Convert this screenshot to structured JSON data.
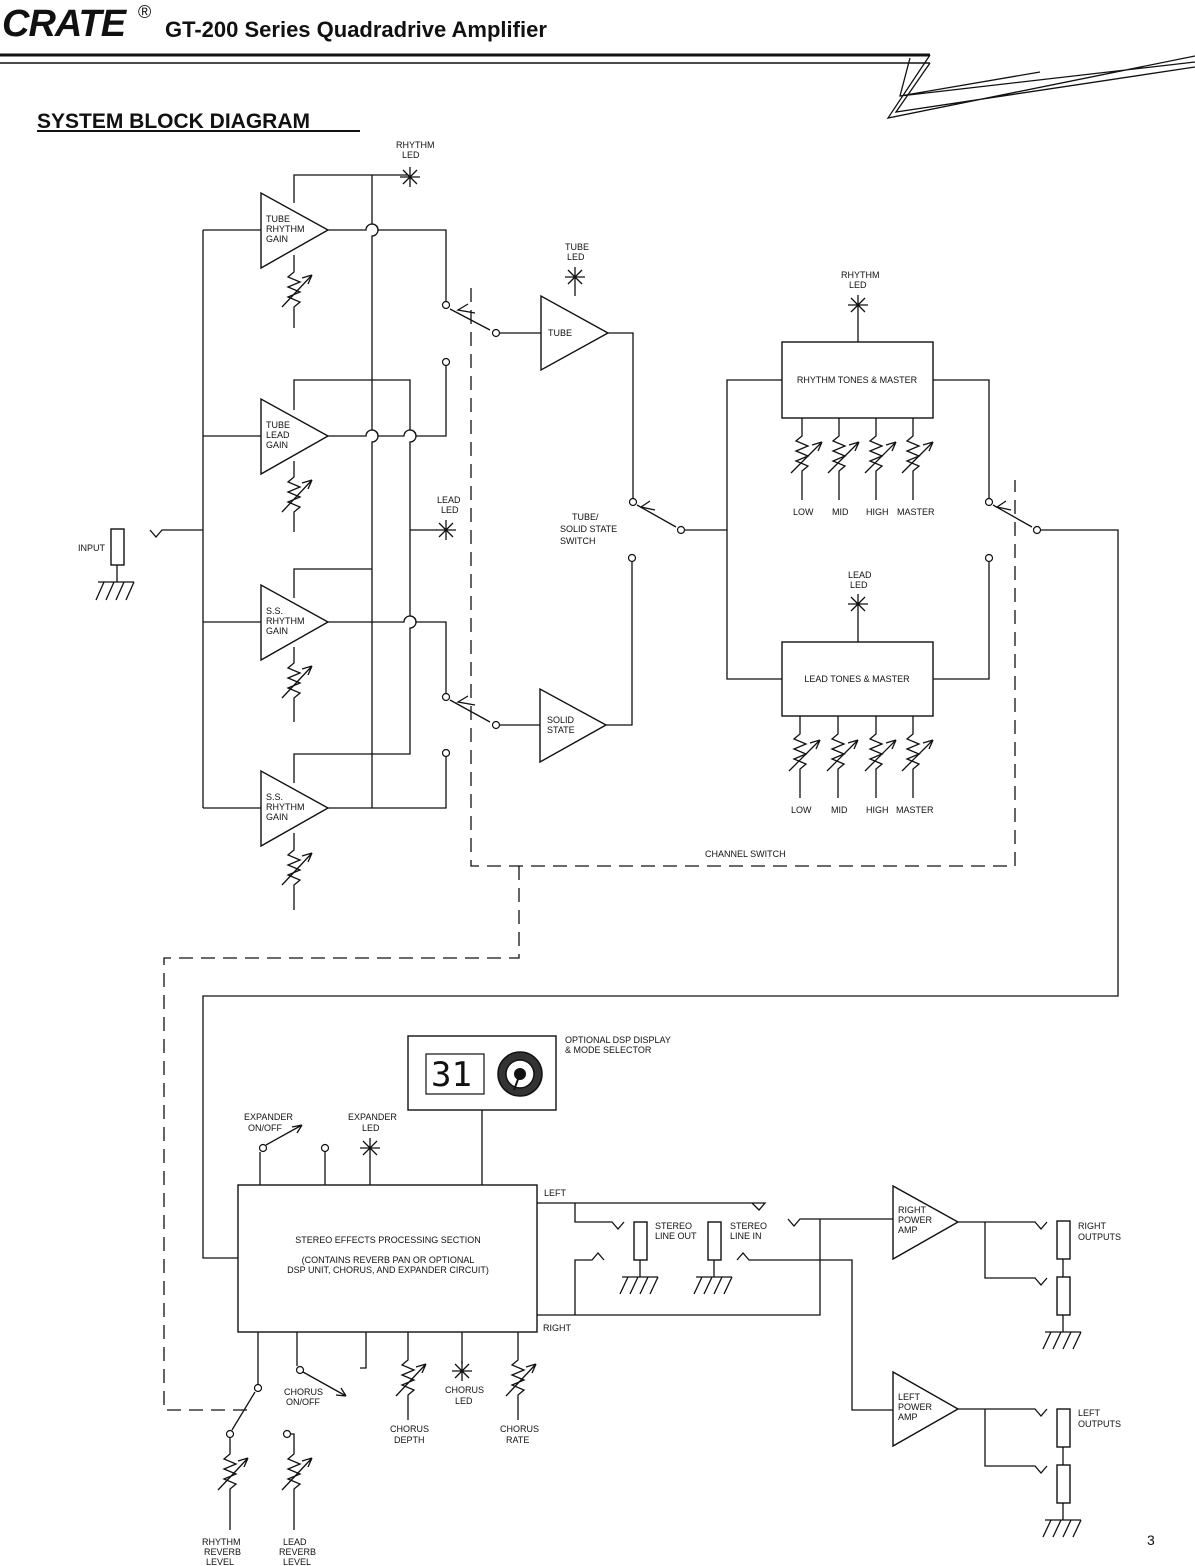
{
  "header": {
    "brand": "CRATE",
    "registered_mark": "®",
    "title": "GT-200 Series Quadradrive Amplifier"
  },
  "section_title": "SYSTEM BLOCK DIAGRAM",
  "page_number": "3",
  "preamp": {
    "input_label": "INPUT",
    "amps": [
      {
        "lines": [
          "TUBE",
          "RHYTHM",
          "GAIN"
        ]
      },
      {
        "lines": [
          "TUBE",
          "LEAD",
          "GAIN"
        ]
      },
      {
        "lines": [
          "S.S.",
          "RHYTHM",
          "GAIN"
        ]
      },
      {
        "lines": [
          "S.S.",
          "RHYTHM",
          "GAIN"
        ]
      }
    ],
    "rhythm_led": [
      "RHYTHM",
      "LED"
    ],
    "lead_led": [
      "LEAD",
      "LED"
    ]
  },
  "tube_ss": {
    "tube_led": [
      "TUBE",
      "LED"
    ],
    "tube_amp": [
      "TUBE"
    ],
    "solid_state_amp": [
      "SOLID",
      "STATE"
    ],
    "switch_label": [
      "TUBE/",
      "SOLID STATE",
      "SWITCH"
    ]
  },
  "channel": {
    "rhythm_led": [
      "RHYTHM",
      "LED"
    ],
    "lead_led": [
      "LEAD",
      "LED"
    ],
    "rhythm_box": "RHYTHM TONES & MASTER",
    "lead_box": "LEAD TONES & MASTER",
    "rhythm_controls": [
      "LOW",
      "MID",
      "HIGH",
      "MASTER"
    ],
    "lead_controls": [
      "LOW",
      "MID",
      "HIGH",
      "MASTER"
    ],
    "switch_label": "CHANNEL SWITCH"
  },
  "effects": {
    "dsp_label": [
      "OPTIONAL DSP DISPLAY",
      "& MODE SELECTOR"
    ],
    "dsp_readout": "31",
    "expander_switch": [
      "EXPANDER",
      "ON/OFF"
    ],
    "expander_led": [
      "EXPANDER",
      "LED"
    ],
    "box_lines": [
      "STEREO EFFECTS PROCESSING SECTION",
      "(CONTAINS REVERB PAN OR OPTIONAL",
      "DSP UNIT, CHORUS, AND EXPANDER CIRCUIT)"
    ],
    "left_label": "LEFT",
    "right_label": "RIGHT",
    "chorus_switch": [
      "CHORUS",
      "ON/OFF"
    ],
    "chorus_depth": [
      "CHORUS",
      "DEPTH"
    ],
    "chorus_led": [
      "CHORUS",
      "LED"
    ],
    "chorus_rate": [
      "CHORUS",
      "RATE"
    ],
    "rhythm_reverb": [
      "RHYTHM",
      "REVERB",
      "LEVEL"
    ],
    "lead_reverb": [
      "LEAD",
      "REVERB",
      "LEVEL"
    ]
  },
  "output": {
    "stereo_line_out": [
      "STEREO",
      "LINE OUT"
    ],
    "stereo_line_in": [
      "STEREO",
      "LINE IN"
    ],
    "right_power_amp": [
      "RIGHT",
      "POWER",
      "AMP"
    ],
    "left_power_amp": [
      "LEFT",
      "POWER",
      "AMP"
    ],
    "right_outputs": [
      "RIGHT",
      "OUTPUTS"
    ],
    "left_outputs": [
      "LEFT",
      "OUTPUTS"
    ]
  }
}
